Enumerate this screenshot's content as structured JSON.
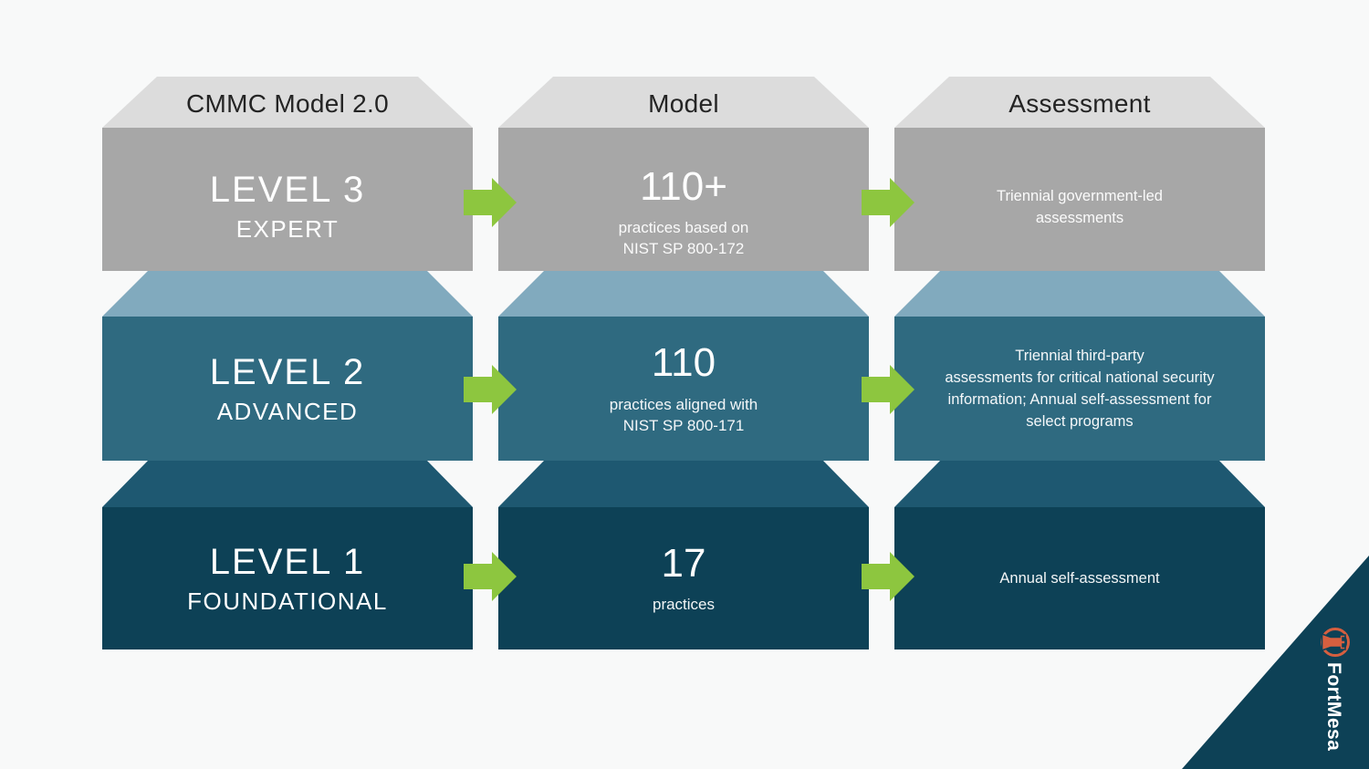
{
  "columns": [
    {
      "header": "CMMC Model 2.0"
    },
    {
      "header": "Model"
    },
    {
      "header": "Assessment"
    }
  ],
  "levels": [
    {
      "name": "LEVEL 3",
      "tier": "EXPERT",
      "practices_count": "110+",
      "practices_desc": [
        "practices based on",
        "NIST SP 800-172"
      ],
      "assessment": [
        "Triennial government-led",
        "assessments"
      ]
    },
    {
      "name": "LEVEL 2",
      "tier": "ADVANCED",
      "practices_count": "110",
      "practices_desc": [
        "practices aligned with",
        "NIST SP 800-171"
      ],
      "assessment": [
        "Triennial third-party",
        "assessments for critical national security",
        "information; Annual self-assessment for",
        "select programs"
      ]
    },
    {
      "name": "LEVEL 1",
      "tier": "FOUNDATIONAL",
      "practices_count": "17",
      "practices_desc": [
        "practices"
      ],
      "assessment": [
        "Annual self-assessment"
      ]
    }
  ],
  "brand": {
    "name": "FortMesa"
  },
  "colors": {
    "background": "#f8f9f9",
    "level3_top": "#dcdcdc",
    "level3_body": "#a7a7a7",
    "level2_top": "#81aabe",
    "level2_body": "#2f6a80",
    "level1_top": "#1e5871",
    "level1_body": "#0d4156",
    "arrow": "#8dc63f",
    "brand_triangle": "#0d4156",
    "brand_accent": "#d65f3f",
    "header_text": "#242424"
  }
}
